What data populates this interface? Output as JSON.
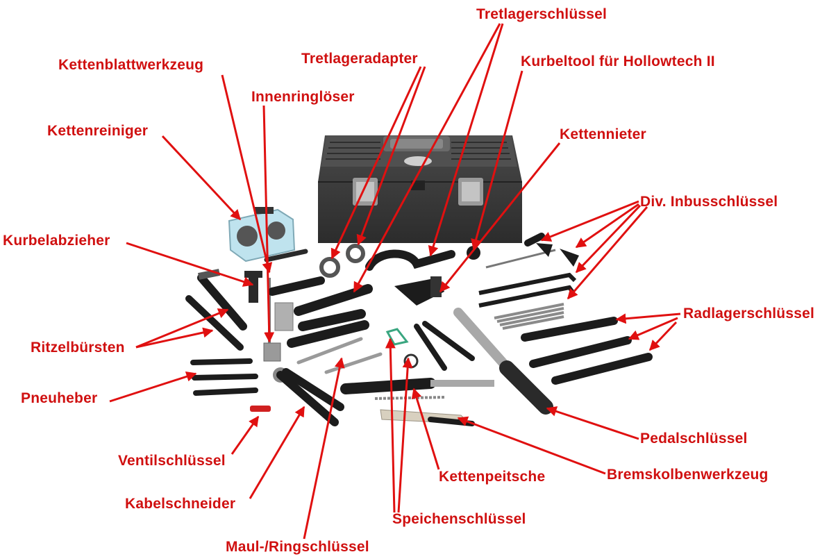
{
  "colors": {
    "label": "#d01010",
    "arrow": "#e01010",
    "toolbox": "#3a3a3a",
    "tool": "#1c1c1c",
    "metal": "#b8b8b8",
    "grip": "#2a2a2a"
  },
  "labels": {
    "tretlagerschluessel": "Tretlagerschlüssel",
    "tretlageradapter": "Tretlageradapter",
    "kurbeltool": "Kurbeltool für Hollowtech II",
    "kettenblattwerkzeug": "Kettenblattwerkzeug",
    "innenringloeser": "Innenringlöser",
    "kettenreiniger": "Kettenreiniger",
    "kettennieter": "Kettennieter",
    "inbusschluessel": "Div. Inbusschlüssel",
    "kurbelabzieher": "Kurbelabzieher",
    "radlagerschluessel": "Radlagerschlüssel",
    "ritzelbuersten": "Ritzelbürsten",
    "pneuheber": "Pneuheber",
    "pedalschluessel": "Pedalschlüssel",
    "ventilschluessel": "Ventilschlüssel",
    "bremskolbenwerkzeug": "Bremskolbenwerkzeug",
    "kettenpeitsche": "Kettenpeitsche",
    "kabelschneider": "Kabelschneider",
    "speichenschluessel": "Speichenschlüssel",
    "maulringschluessel": "Maul-/Ringschlüssel"
  }
}
